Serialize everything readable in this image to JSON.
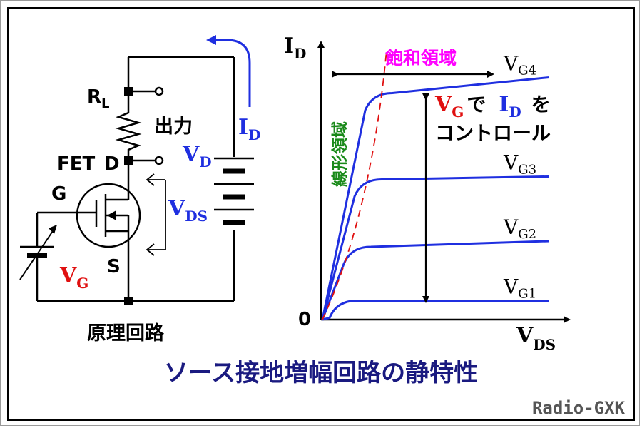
{
  "colors": {
    "wire": "#000000",
    "blue": "#1f2fe0",
    "red": "#e01010",
    "magenta": "#ff00ff",
    "green": "#1a8a1a",
    "navy": "#1a1a80",
    "gray": "#555555"
  },
  "circuit": {
    "rl_label": "R",
    "rl_sub": "L",
    "output_label": "出力",
    "fet_label": "FET",
    "d_label": "D",
    "g_label": "G",
    "s_label": "S",
    "vd_label": "V",
    "vd_sub": "D",
    "id_label": "I",
    "id_sub": "D",
    "vds_label": "V",
    "vds_sub": "DS",
    "vg_label": "V",
    "vg_sub": "G",
    "caption": "原理回路"
  },
  "chart_data": {
    "type": "line",
    "ylabel": "I",
    "ylabel_sub": "D",
    "xlabel": "V",
    "xlabel_sub": "DS",
    "origin_label": "0",
    "series": [
      {
        "name": "VG4",
        "label": "V",
        "sub": "G4",
        "level": 0.84
      },
      {
        "name": "VG3",
        "label": "V",
        "sub": "G3",
        "level": 0.52
      },
      {
        "name": "VG2",
        "label": "V",
        "sub": "G2",
        "level": 0.27
      },
      {
        "name": "VG1",
        "label": "V",
        "sub": "G1",
        "level": 0.07
      }
    ],
    "saturation_label": "飽和領域",
    "linear_label": "線形領域",
    "control_vg": "V",
    "control_vg_sub": "G",
    "control_de": "で",
    "control_id": "I",
    "control_id_sub": "D",
    "control_wo": "を",
    "control_line2": "コントロール"
  },
  "title": "ソース接地増幅回路の静特性",
  "credit": "Radio-GXK"
}
